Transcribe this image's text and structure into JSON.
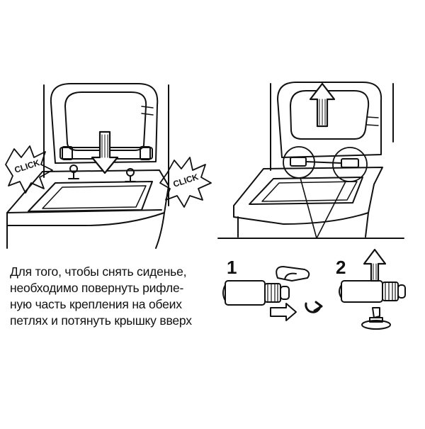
{
  "labels": {
    "click_left": "CLICK",
    "click_right": "CLICK",
    "step1": "1",
    "step2": "2"
  },
  "instructions": [
    "Для того, чтобы снять сиденье,",
    "необходимо  повернуть рифле-",
    "ную часть крепления на обеих",
    "петлях и потянуть крышку вверх"
  ],
  "colors": {
    "ink": "#111111",
    "fill": "#ffffff"
  }
}
